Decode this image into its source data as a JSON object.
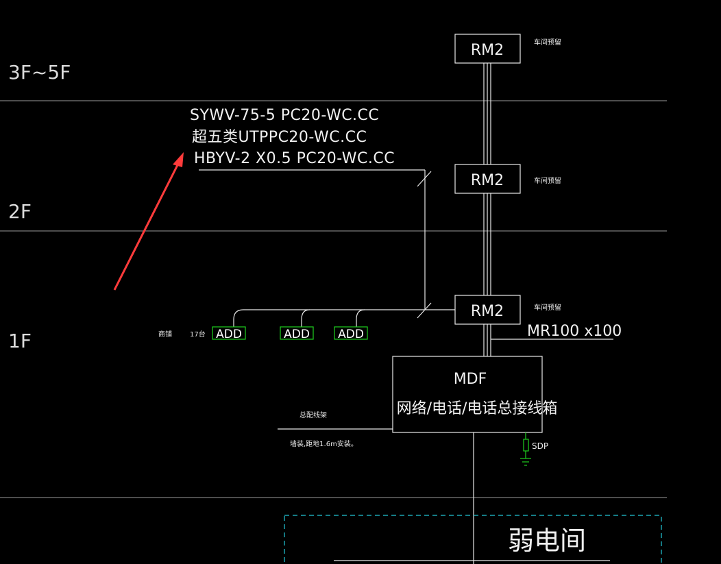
{
  "floors": {
    "f345": "3F~5F",
    "f2": "2F",
    "f1": "1F"
  },
  "cable_notes": {
    "line1": "SYWV-75-5 PC20-WC.CC",
    "line2": "超五类UTPPC20-WC.CC",
    "line3": "HBYV-2 X0.5 PC20-WC.CC"
  },
  "rm_boxes": [
    {
      "label": "RM2",
      "note": "车间预留"
    },
    {
      "label": "RM2",
      "note": "车间预留"
    },
    {
      "label": "RM2",
      "note": "车间预留"
    }
  ],
  "tray_label": "MR100 x100",
  "mdf": {
    "title": "MDF",
    "desc": "网络/电话/电话总接线箱"
  },
  "shop_label": "商铺",
  "count_label": "17台",
  "add_boxes": [
    "ADD",
    "ADD",
    "ADD"
  ],
  "frame_label": "总配线架",
  "install_note": "墙装,距地1.6m安装。",
  "sdp_label": "SDP",
  "weak_room": "弱电间",
  "colors": {
    "background": "#000000",
    "lines": "#e8e8e8",
    "add_green": "#1ed01e",
    "arrow_red": "#ff3b3b",
    "dashed_cyan": "#22c8d8"
  }
}
